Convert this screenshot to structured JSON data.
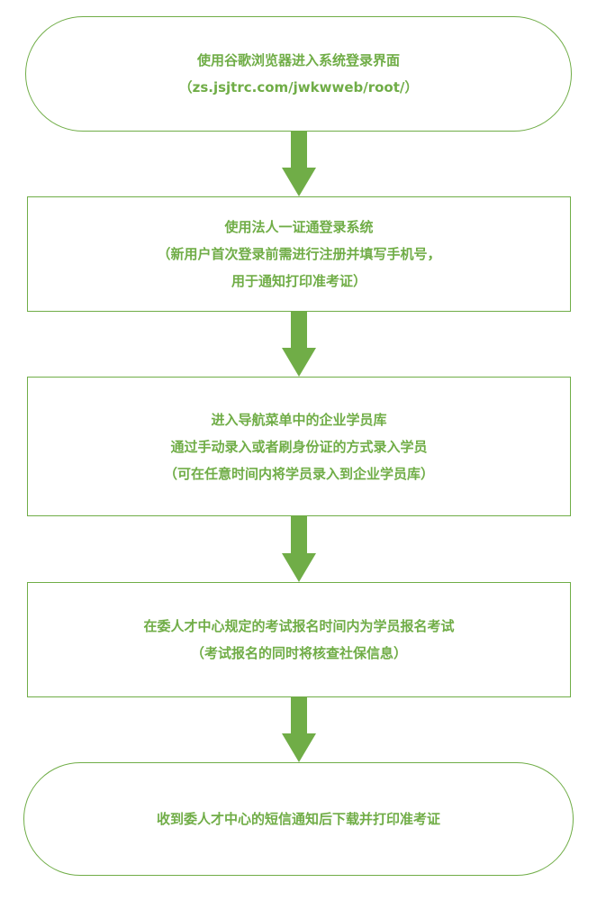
{
  "colors": {
    "accent": "#70ad47",
    "background": "#ffffff"
  },
  "steps": [
    {
      "shape": "terminal",
      "lines": [
        "使用谷歌浏览器进入系统登录界面",
        "（zs.jsjtrc.com/jwkwweb/root/）"
      ]
    },
    {
      "shape": "process",
      "lines": [
        "使用法人一证通登录系统",
        "（新用户首次登录前需进行注册并填写手机号，",
        "用于通知打印准考证）"
      ]
    },
    {
      "shape": "process",
      "lines": [
        "进入导航菜单中的企业学员库",
        "通过手动录入或者刷身份证的方式录入学员",
        "（可在任意时间内将学员录入到企业学员库）"
      ]
    },
    {
      "shape": "process",
      "lines": [
        "在委人才中心规定的考试报名时间内为学员报名考试",
        "（考试报名的同时将核查社保信息）"
      ]
    },
    {
      "shape": "terminal",
      "lines": [
        "收到委人才中心的短信通知后下载并打印准考证"
      ]
    }
  ]
}
